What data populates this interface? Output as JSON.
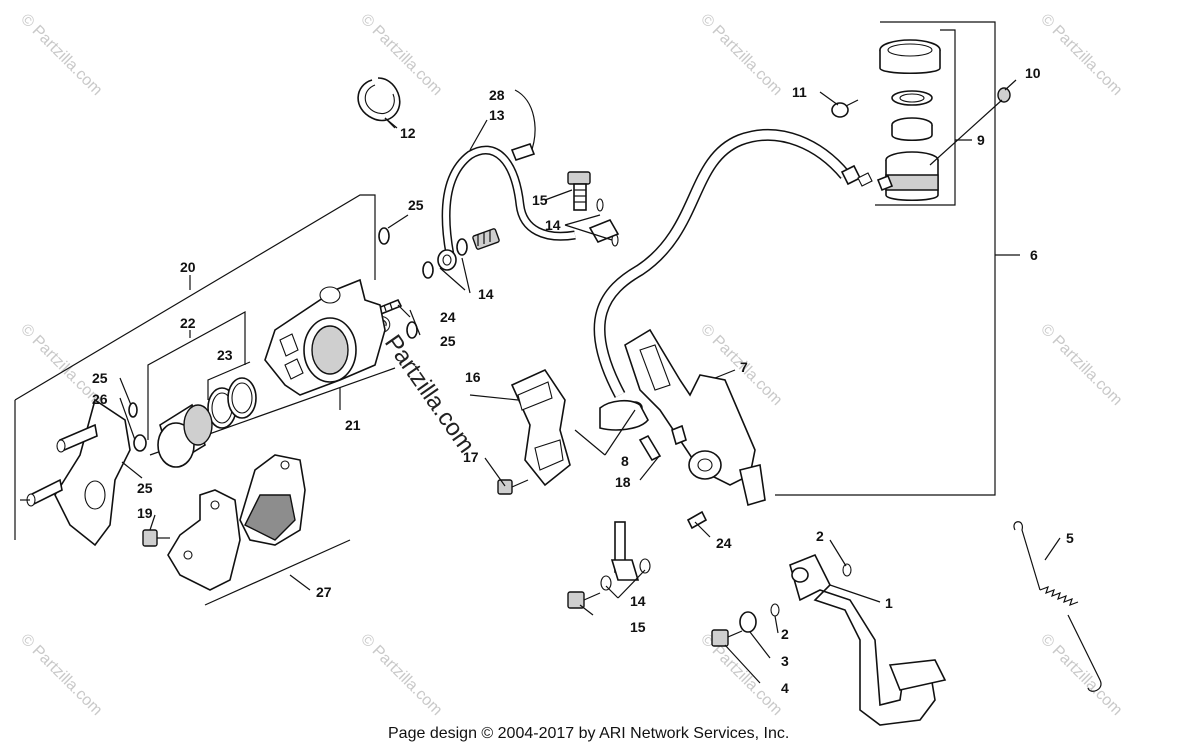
{
  "watermark": "© Partzilla.com",
  "footer": "Page design © 2004-2017 by ARI Network Services, Inc.",
  "callouts": {
    "c1": "1",
    "c2a": "2",
    "c2b": "2",
    "c3": "3",
    "c4": "4",
    "c5": "5",
    "c6": "6",
    "c7": "7",
    "c8": "8",
    "c9": "9",
    "c10": "10",
    "c11": "11",
    "c12": "12",
    "c13": "13",
    "c14a": "14",
    "c14b": "14",
    "c14c": "14",
    "c15a": "15",
    "c15b": "15",
    "c16": "16",
    "c17": "17",
    "c18": "18",
    "c19": "19",
    "c20": "20",
    "c21": "21",
    "c22": "22",
    "c23": "23",
    "c24a": "24",
    "c24b": "24",
    "c25a": "25",
    "c25b": "25",
    "c25c": "25",
    "c25d": "25",
    "c26": "26",
    "c27": "27",
    "c28": "28"
  }
}
